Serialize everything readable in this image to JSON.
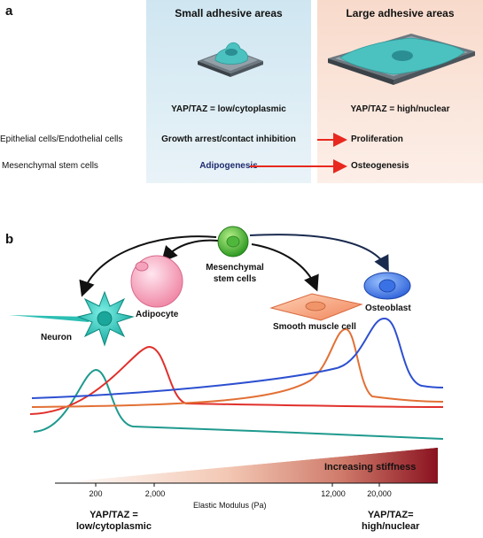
{
  "panel_a": {
    "letter": "a",
    "columns": {
      "small": {
        "header": "Small adhesive areas",
        "yap_state": "YAP/TAZ = low/cytoplasmic",
        "epithelial": "Growth arrest/contact inhibition",
        "msc": "Adipogenesis",
        "bg_color": "#dcecf4"
      },
      "large": {
        "header": "Large adhesive areas",
        "yap_state": "YAP/TAZ = high/nuclear",
        "epithelial": "Proliferation",
        "msc": "Osteogenesis",
        "bg_color": "#fbe6dc"
      }
    },
    "rows": {
      "epithelial": "Epithelial cells/Endothelial cells",
      "msc": "Mesenchymal stem cells"
    },
    "arrow_color": "#e8281e"
  },
  "panel_b": {
    "letter": "b",
    "msc_label_line1": "Mesenchymal",
    "msc_label_line2": "stem cells",
    "cells": {
      "adipocyte": "Adipocyte",
      "neuron": "Neuron",
      "smooth_muscle": "Smooth muscle cell",
      "osteoblast": "Osteoblast"
    },
    "stiffness_label": "Increasing stiffness",
    "axis_title": "Elastic Modulus (Pa)",
    "ticks": [
      "200",
      "2,000",
      "12,000",
      "20,000"
    ],
    "yap_low_line1": "YAP/TAZ =",
    "yap_low_line2": "low/cytoplasmic",
    "yap_high_line1": "YAP/TAZ=",
    "yap_high_line2": "high/nuclear",
    "curve_colors": {
      "neuron": "#1f9a8e",
      "adipocyte": "#e0302c",
      "smooth_muscle": "#e27035",
      "osteoblast": "#2c4fd0"
    }
  }
}
